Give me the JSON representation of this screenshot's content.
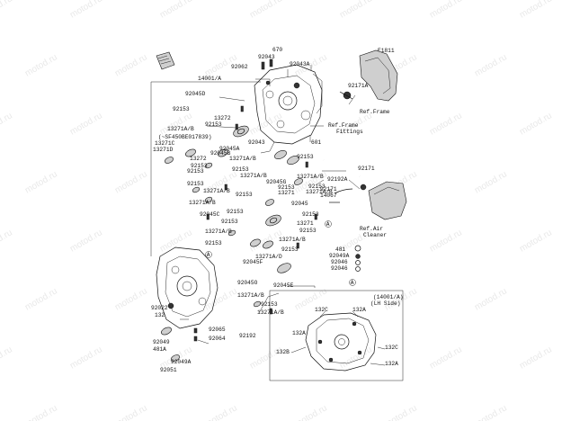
{
  "diagram": {
    "watermark": "motod.ru",
    "code": "E1811",
    "callouts": [
      {
        "id": "c670",
        "text": "670"
      },
      {
        "id": "c92043a",
        "text": "92043"
      },
      {
        "id": "c92062",
        "text": "92062"
      },
      {
        "id": "c92043A",
        "text": "92043A"
      },
      {
        "id": "c14001a",
        "text": "14001/A"
      },
      {
        "id": "c92045d",
        "text": "92045D"
      },
      {
        "id": "c92153a",
        "text": "92153"
      },
      {
        "id": "c13272a",
        "text": "13272"
      },
      {
        "id": "c13271ab1",
        "text": "13271A/B"
      },
      {
        "id": "c92153b",
        "text": "92153"
      },
      {
        "id": "c92043b",
        "text": "92043"
      },
      {
        "id": "c92045a",
        "text": "92045A"
      },
      {
        "id": "c92045b",
        "text": "92045B"
      },
      {
        "id": "c13272b",
        "text": "13272"
      },
      {
        "id": "c13271c",
        "text": "13271C"
      },
      {
        "id": "c13271d",
        "text": "13271D"
      },
      {
        "id": "c92153c",
        "text": "92153"
      },
      {
        "id": "c92153d",
        "text": "92153"
      },
      {
        "id": "c13271ab2",
        "text": "13271A/B"
      },
      {
        "id": "c92153e",
        "text": "92153"
      },
      {
        "id": "c13271ab3",
        "text": "13271A/B"
      },
      {
        "id": "c92153f",
        "text": "92153"
      },
      {
        "id": "c13271ab4",
        "text": "13271A/B"
      },
      {
        "id": "c92045g",
        "text": "92045G"
      },
      {
        "id": "c92153g",
        "text": "92153"
      },
      {
        "id": "c13271ab5",
        "text": "13271A/B"
      },
      {
        "id": "c92153h",
        "text": "92153"
      },
      {
        "id": "c13271",
        "text": "13271"
      },
      {
        "id": "c92153i",
        "text": "92153"
      },
      {
        "id": "c13271ab6",
        "text": "13271A/B"
      },
      {
        "id": "c92045",
        "text": "92045"
      },
      {
        "id": "c92045c",
        "text": "92045C"
      },
      {
        "id": "c92153j",
        "text": "92153"
      },
      {
        "id": "c13271ab7",
        "text": "13271A/B"
      },
      {
        "id": "c92153k",
        "text": "92153"
      },
      {
        "id": "c13271b",
        "text": "13271"
      },
      {
        "id": "c92153l",
        "text": "92153"
      },
      {
        "id": "c13271ab8",
        "text": "13271A/B"
      },
      {
        "id": "c92153m",
        "text": "92153"
      },
      {
        "id": "c13271ad",
        "text": "13271A/D"
      },
      {
        "id": "c92045f",
        "text": "92045F"
      },
      {
        "id": "c92045e",
        "text": "92045E"
      },
      {
        "id": "c92045o",
        "text": "92045O"
      },
      {
        "id": "c13271ab9",
        "text": "13271A/B"
      },
      {
        "id": "c92153n",
        "text": "92153"
      },
      {
        "id": "c92153o",
        "text": "92153"
      },
      {
        "id": "c13271ab10",
        "text": "13271A/B"
      },
      {
        "id": "c92153p",
        "text": "92153"
      },
      {
        "id": "c601",
        "text": "601"
      },
      {
        "id": "c92153q",
        "text": "92153"
      },
      {
        "id": "c13271ab11",
        "text": "13271A/B"
      },
      {
        "id": "c92171a",
        "text": "92171A"
      },
      {
        "id": "c92171",
        "text": "92171"
      },
      {
        "id": "c92192a",
        "text": "92192A"
      },
      {
        "id": "c14067",
        "text": "14067"
      },
      {
        "id": "c92171b",
        "text": "92171"
      },
      {
        "id": "c481",
        "text": "481"
      },
      {
        "id": "c92049a",
        "text": "92049A"
      },
      {
        "id": "c92046a",
        "text": "92046"
      },
      {
        "id": "c92046b",
        "text": "92046"
      },
      {
        "id": "c92022",
        "text": "92022"
      },
      {
        "id": "c132",
        "text": "132"
      },
      {
        "id": "c92065",
        "text": "92065"
      },
      {
        "id": "c92064",
        "text": "92064"
      },
      {
        "id": "c92192",
        "text": "92192"
      },
      {
        "id": "c92049",
        "text": "92049"
      },
      {
        "id": "c481a",
        "text": "481A"
      },
      {
        "id": "c92049a2",
        "text": "92049A"
      },
      {
        "id": "c92051",
        "text": "92051"
      },
      {
        "id": "c132c1",
        "text": "132C"
      },
      {
        "id": "c132a1",
        "text": "132A"
      },
      {
        "id": "c132a2",
        "text": "132A"
      },
      {
        "id": "c132c2",
        "text": "132C"
      },
      {
        "id": "c132b",
        "text": "132B"
      },
      {
        "id": "c132a3",
        "text": "132A"
      }
    ],
    "references": {
      "frame": "Ref.Frame",
      "frame_fittings_1": "Ref.Frame",
      "frame_fittings_2": "Fittings",
      "air_cleaner_1": "Ref.Air",
      "air_cleaner_2": "Cleaner"
    },
    "note": "(~SF450BE017839)",
    "inset": {
      "title_1": "(14001/A)",
      "title_2": "(LH Side)"
    },
    "markers": [
      "A",
      "A",
      "A"
    ]
  }
}
